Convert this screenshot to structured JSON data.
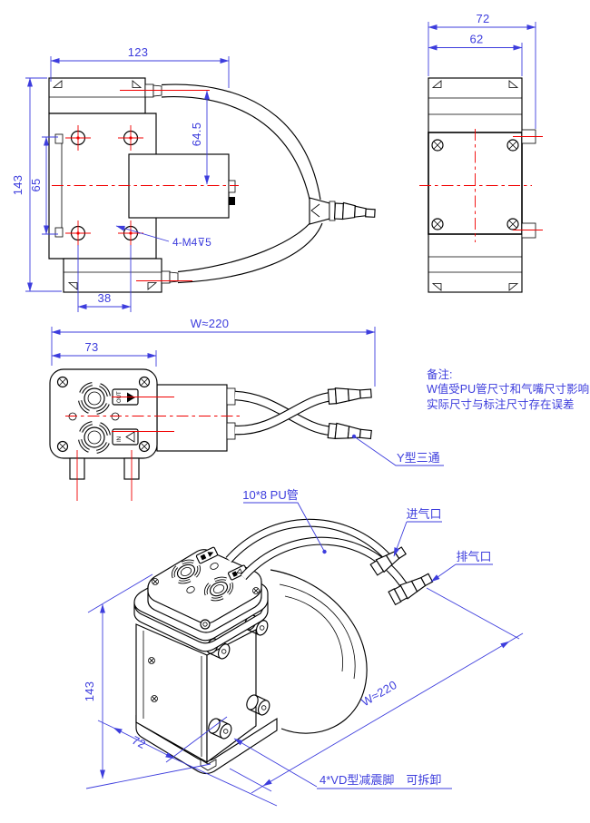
{
  "colors": {
    "outline": "#000000",
    "dimension_blue": "#3d3ddd",
    "centerline_red": "#f10000",
    "background": "#ffffff"
  },
  "top_view": {
    "dim_width": "123",
    "dim_height": "143",
    "dim_bracket_height": "65",
    "dim_port_to_center": "64.5",
    "dim_hole_spacing": "38",
    "thread_callout": "4-M4⊽5"
  },
  "side_view": {
    "dim_overall_width": "72",
    "dim_body_width": "62"
  },
  "front_view": {
    "dim_overall_length": "W≈220",
    "dim_head_width": "73",
    "port_out_label": "OUT",
    "port_in_label": "IN",
    "callout_y_tee": "Y型三通"
  },
  "notes": {
    "title": "备注:",
    "line1": "W值受PU管尺寸和气嘴尺寸影响,",
    "line2": "实际尺寸与标注尺寸存在误差"
  },
  "iso_view": {
    "callout_tube": "10*8 PU管",
    "callout_inlet": "进气口",
    "callout_outlet": "排气口",
    "callout_feet": "4*VD型减震脚　可拆卸",
    "dim_height": "143",
    "dim_depth": "72",
    "dim_overall_length": "W≈220"
  }
}
